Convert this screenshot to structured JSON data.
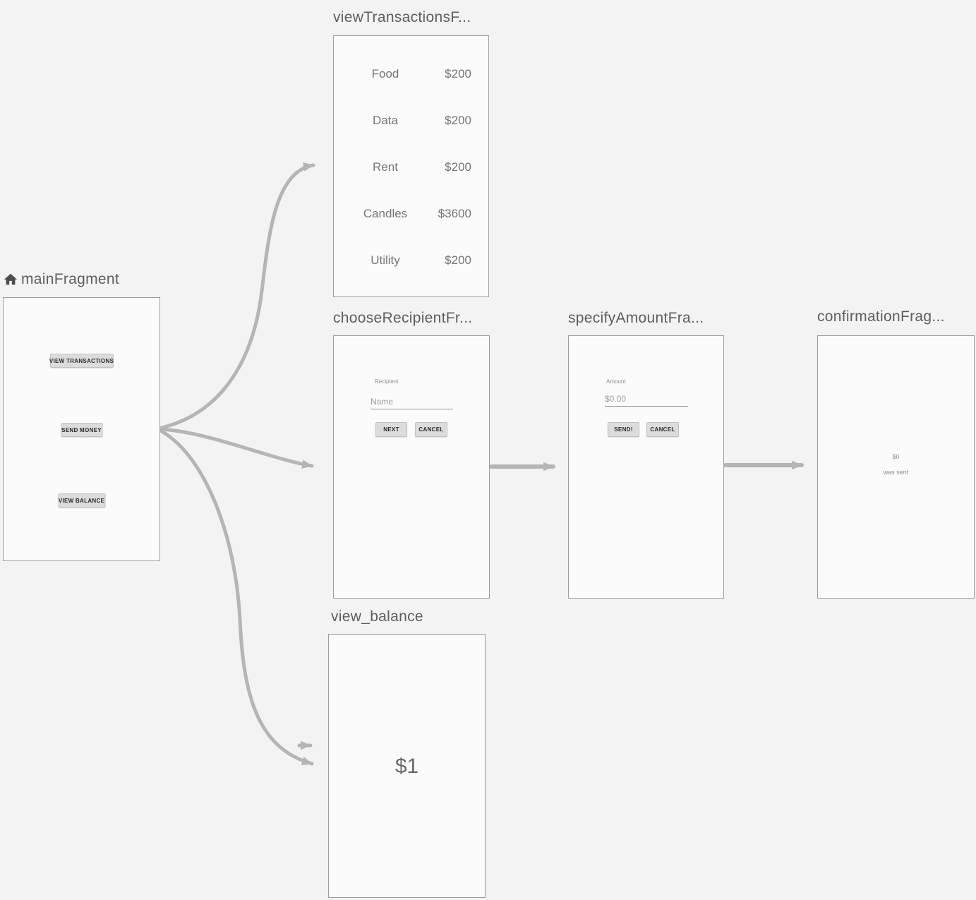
{
  "editor": {
    "background_color": "#f3f3f3",
    "arrow_color": "#b5b5b5",
    "panel_background": "#fbfbfb",
    "panel_border_color": "#9e9e9e"
  },
  "fragments": {
    "main": {
      "title": "mainFragment",
      "buttons": {
        "view_transactions": "VIEW TRANSACTIONS",
        "send_money": "SEND MONEY",
        "view_balance": "VIEW BALANCE"
      }
    },
    "view_transactions": {
      "title": "viewTransactionsF...",
      "rows": [
        {
          "label": "Food",
          "amount": "$200"
        },
        {
          "label": "Data",
          "amount": "$200"
        },
        {
          "label": "Rent",
          "amount": "$200"
        },
        {
          "label": "Candles",
          "amount": "$3600"
        },
        {
          "label": "Utility",
          "amount": "$200"
        }
      ]
    },
    "choose_recipient": {
      "title": "chooseRecipientFr...",
      "field_label": "Recipient",
      "field_placeholder": "Name",
      "next_label": "NEXT",
      "cancel_label": "CANCEL"
    },
    "specify_amount": {
      "title": "specifyAmountFra...",
      "field_label": "Amount",
      "field_placeholder": "$0.00",
      "send_label": "SEND!",
      "cancel_label": "CANCEL"
    },
    "confirmation": {
      "title": "confirmationFrag...",
      "amount": "$0",
      "message": "was sent"
    },
    "view_balance": {
      "title": "view_balance",
      "balance": "$1"
    }
  }
}
